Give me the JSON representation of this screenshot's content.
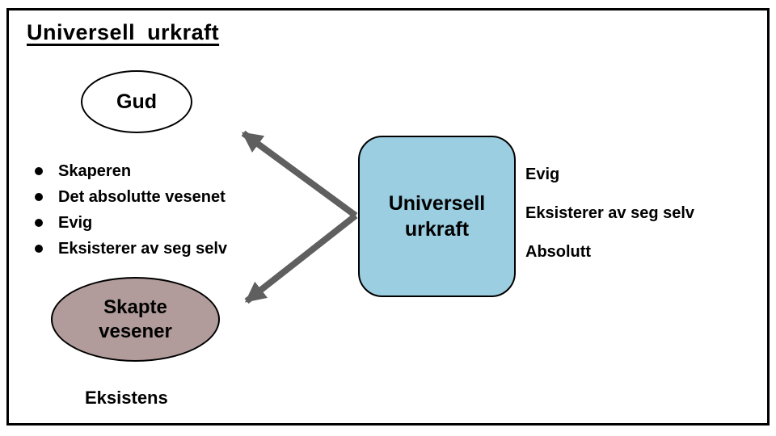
{
  "title": "Universell urkraft",
  "nodes": {
    "gud": {
      "label": "Gud"
    },
    "universell": {
      "label": "Universell\nurkraft",
      "fill": "#9CCEE2"
    },
    "skapte": {
      "label": "Skapte\nvesener",
      "fill": "#B19C9B"
    }
  },
  "left_list": {
    "items": [
      "Skaperen",
      "Det absolutte vesenet",
      "Evig",
      "Eksisterer av seg selv"
    ]
  },
  "right_list": {
    "items": [
      "Evig",
      "Eksisterer av seg selv",
      "Absolutt"
    ]
  },
  "footer_label": "Eksistens",
  "colors": {
    "arrow": "#5f5f5f",
    "border": "#000000",
    "box_fill": "#9CCEE2",
    "ellipse_fill": "#B19C9B"
  }
}
